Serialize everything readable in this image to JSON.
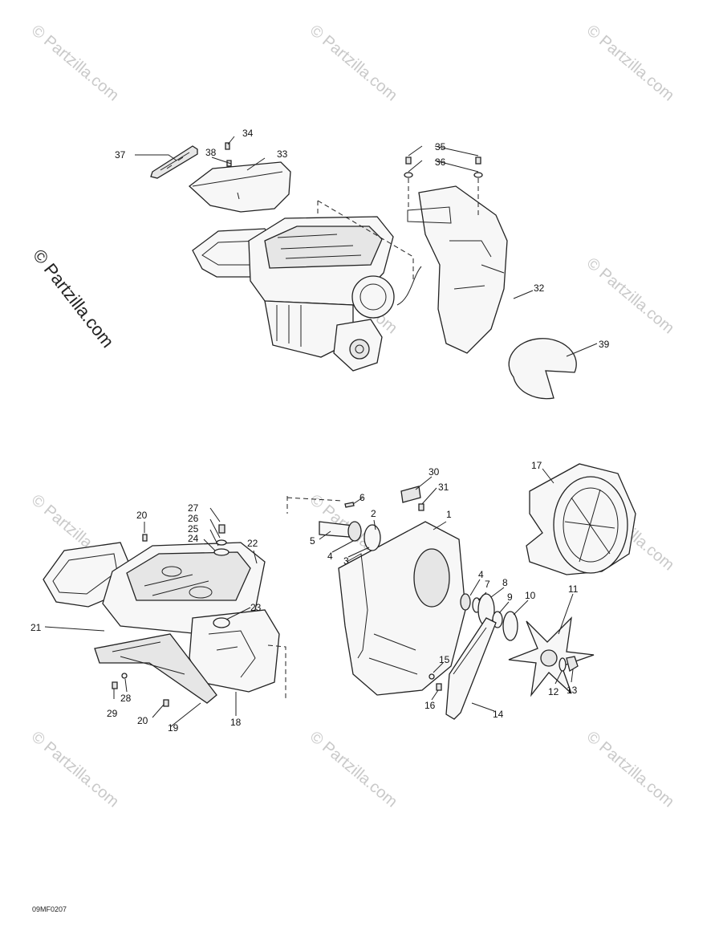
{
  "watermark": {
    "tile_text": "© Partzilla.com",
    "side_text": "© Partzilla.com"
  },
  "diagram_code": "09MF0207",
  "callouts": {
    "c1": "1",
    "c2": "2",
    "c3": "3",
    "c4a": "4",
    "c4b": "4",
    "c5": "5",
    "c6": "6",
    "c7": "7",
    "c8": "8",
    "c9": "9",
    "c10": "10",
    "c11": "11",
    "c12": "12",
    "c13": "13",
    "c14": "14",
    "c15": "15",
    "c16": "16",
    "c17": "17",
    "c18": "18",
    "c19": "19",
    "c20a": "20",
    "c20b": "20",
    "c21": "21",
    "c22": "22",
    "c23": "23",
    "c24": "24",
    "c25": "25",
    "c26": "26",
    "c27": "27",
    "c28": "28",
    "c29": "29",
    "c30": "30",
    "c31": "31",
    "c32": "32",
    "c33": "33",
    "c34": "34",
    "c35": "35",
    "c36": "36",
    "c37": "37",
    "c38": "38",
    "c39": "39"
  }
}
